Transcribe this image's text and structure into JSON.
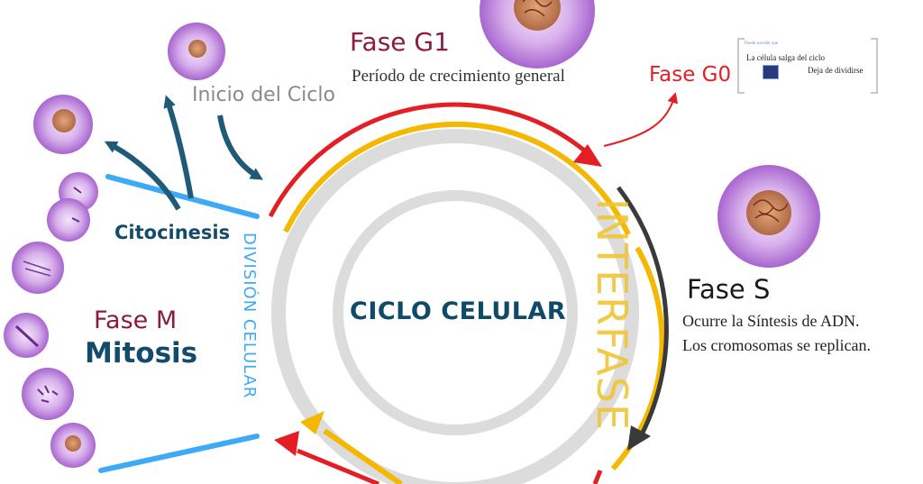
{
  "center": {
    "title": "CICLO CELULAR"
  },
  "phase_g1": {
    "title": "Fase G1",
    "description": "Período de crecimiento general"
  },
  "start": {
    "label": "Inicio del Ciclo"
  },
  "phase_g0": {
    "title": "Fase G0",
    "note_small": "Puede suceder que",
    "note_line1": "La célula salga del ciclo",
    "note_line2": "Deja de dividirse"
  },
  "phase_s": {
    "title": "Fase S",
    "line1": "Ocurre la Síntesis de ADN.",
    "line2": "Los cromosomas se replican."
  },
  "citokinesis": {
    "label": "Citocinesis"
  },
  "phase_m": {
    "title": "Fase M",
    "subtitle": "Mitosis"
  },
  "arcs": {
    "division": "DIVISIÓN CELULAR",
    "interphase": "INTERFASE"
  },
  "colors": {
    "red": "#e31e24",
    "yellow": "#f5b800",
    "blue": "#3ea9f5",
    "dark_teal": "#1f5a78",
    "dark_gray": "#3a3a3a",
    "maroon": "#8a1c3c",
    "cell_purple": "#c79be0"
  }
}
